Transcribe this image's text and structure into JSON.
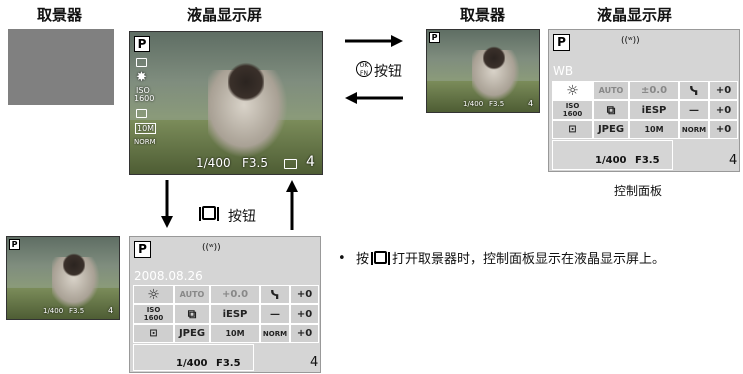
{
  "headers": {
    "top_left_viewfinder": "取景器",
    "top_left_lcd": "液晶显示屏",
    "top_right_viewfinder": "取景器",
    "top_right_lcd": "液晶显示屏"
  },
  "arrows": {
    "ok_button_label": "按钮",
    "disp_button_label": "按钮"
  },
  "live_view": {
    "mode": "P",
    "iso_label": "ISO",
    "iso_value": "1600",
    "size": "10M",
    "quality": "NORM",
    "shutter": "1/400",
    "aperture": "F3.5",
    "shots": "4"
  },
  "small_view": {
    "mode": "P",
    "shutter": "1/400",
    "aperture": "F3.5",
    "shots": "4"
  },
  "control_panel_a": {
    "mode": "P",
    "title": "WB",
    "shutter": "1/400",
    "aperture": "F3.5",
    "shots": "4",
    "caption": "控制面板",
    "cells": {
      "auto": "AUTO",
      "ev": "±0.0",
      "rgb": "+0",
      "iso_label": "ISO",
      "iso_value": "1600",
      "metering": "iESP",
      "dash": "—",
      "sat": "+0",
      "format": "JPEG",
      "size": "10M",
      "norm": "NORM",
      "contrast": "+0"
    }
  },
  "control_panel_b": {
    "mode": "P",
    "date": "2008.08.26",
    "shutter": "1/400",
    "aperture": "F3.5",
    "shots": "4",
    "cells": {
      "auto": "AUTO",
      "ev": "+0.0",
      "rgb": "+0",
      "iso_label": "ISO",
      "iso_value": "1600",
      "metering": "iESP",
      "dash": "—",
      "sat": "+0",
      "format": "JPEG",
      "size": "10M",
      "norm": "NORM",
      "contrast": "+0"
    }
  },
  "note": {
    "bullet": "•",
    "text_before": "按",
    "text_after": "打开取景器时，控制面板显示在液晶显示屏上。"
  }
}
